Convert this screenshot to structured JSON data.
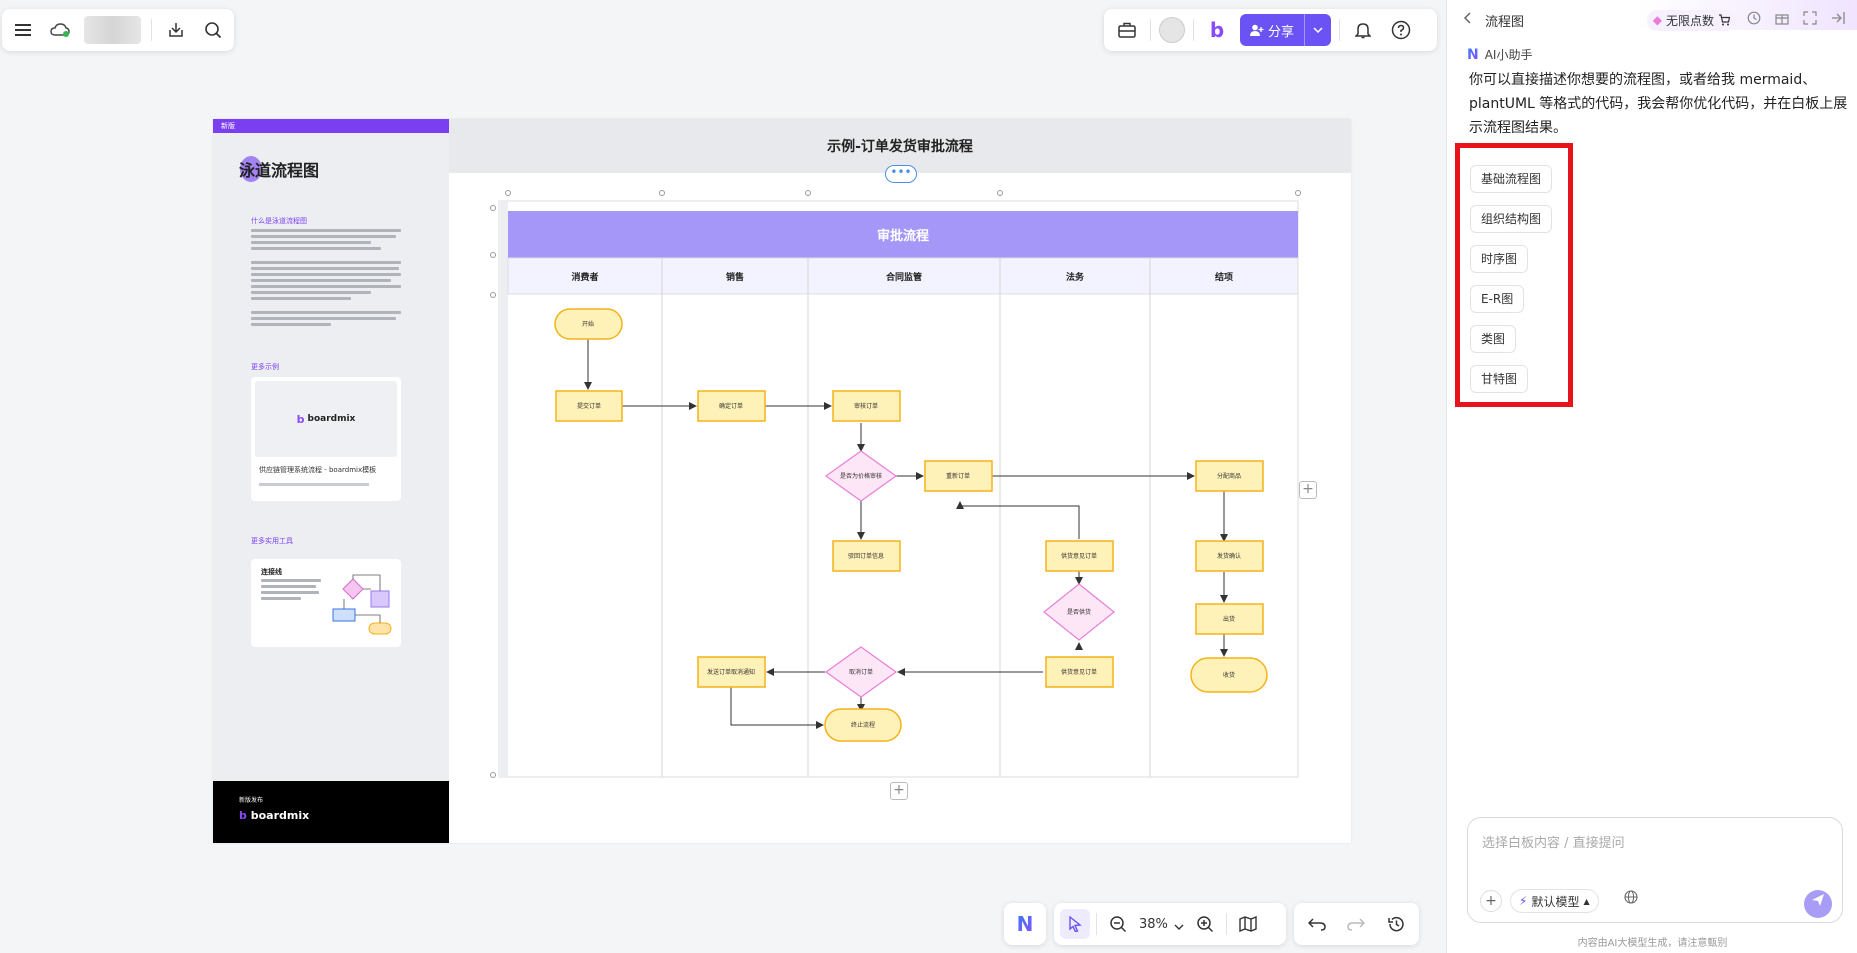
{
  "board": {
    "diagram_title": "示例-订单发货审批流程",
    "swimlane_title": "审批流程",
    "lanes": [
      "消费者",
      "销售",
      "合同监管",
      "法务",
      "结项"
    ],
    "left_panel": {
      "strip_label": "新版",
      "title": "泳道流程图",
      "section1": "什么是泳道流程图",
      "section2": "更多示例",
      "card_brand": "boardmix",
      "card_caption": "供应链管理系统流程 - boardmix模板",
      "section3": "更多实用工具",
      "tool_title": "连接线",
      "bottom_small": "新版发布",
      "bottom_brand": "boardmix"
    },
    "nodes": {
      "start": "开始",
      "submit": "提交订单",
      "confirm": "确定订单",
      "review": "审核订单",
      "need_review": "是否为价格审核",
      "reset": "重新订单",
      "reject_note": "驳回订单信息",
      "legal_review": "供货意见订单",
      "is_supply": "是否供货",
      "supply_order": "供货意见订单",
      "cancel": "取消订单",
      "notify": "发送订单取消通知",
      "end": "终止流程",
      "ship": "分配商品",
      "inventory": "发货确认",
      "deliver": "出货",
      "finish": "收货"
    }
  },
  "toolbar": {
    "share_label": "分享",
    "zoom": "38%"
  },
  "right_panel": {
    "title": "流程图",
    "points": "无限点数",
    "assistant": "AI小助手",
    "description": "你可以直接描述你想要的流程图，或者给我 mermaid、plantUML 等格式的代码，我会帮你优化代码，并在白板上展示流程图结果。",
    "options": [
      "基础流程图",
      "组织结构图",
      "时序图",
      "E-R图",
      "类图",
      "甘特图"
    ],
    "input_placeholder": "选择白板内容 / 直接提问",
    "model_label": "默认模型",
    "footnote": "内容由AI大模型生成，请注意甄别"
  },
  "colors": {
    "accent": "#6b52f5",
    "lane_header": "#a497f8",
    "highlight": "#e8141c",
    "node_fill": "#fff2b8",
    "node_stroke": "#f5b21a",
    "decision_fill": "#fde6f5",
    "decision_stroke": "#e77fd8"
  }
}
